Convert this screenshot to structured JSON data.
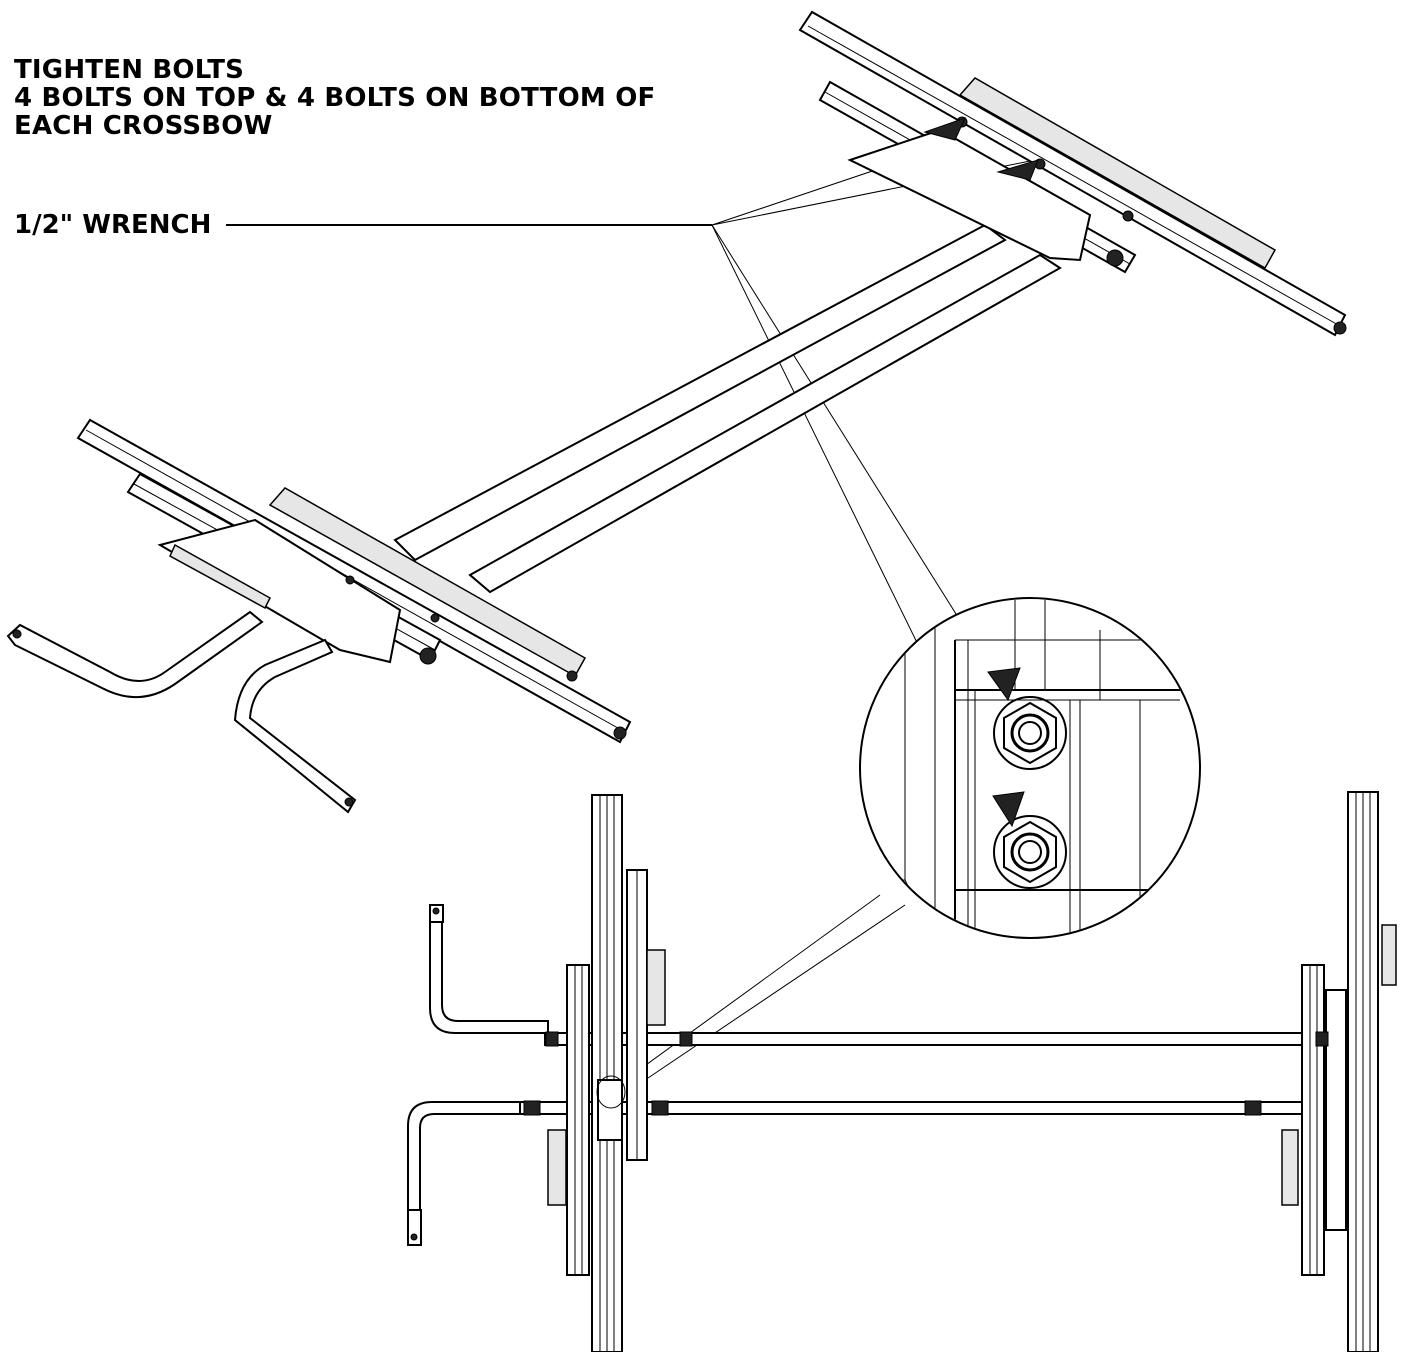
{
  "instructions": {
    "line1": "TIGHTEN BOLTS",
    "line2": "4 BOLTS ON TOP & 4 BOLTS ON BOTTOM OF",
    "line3": "EACH CROSSBOW"
  },
  "tool_label": "1/2\" WRENCH",
  "colors": {
    "ink": "#000000",
    "paper": "#ffffff",
    "shade": "#e6e6e6"
  }
}
